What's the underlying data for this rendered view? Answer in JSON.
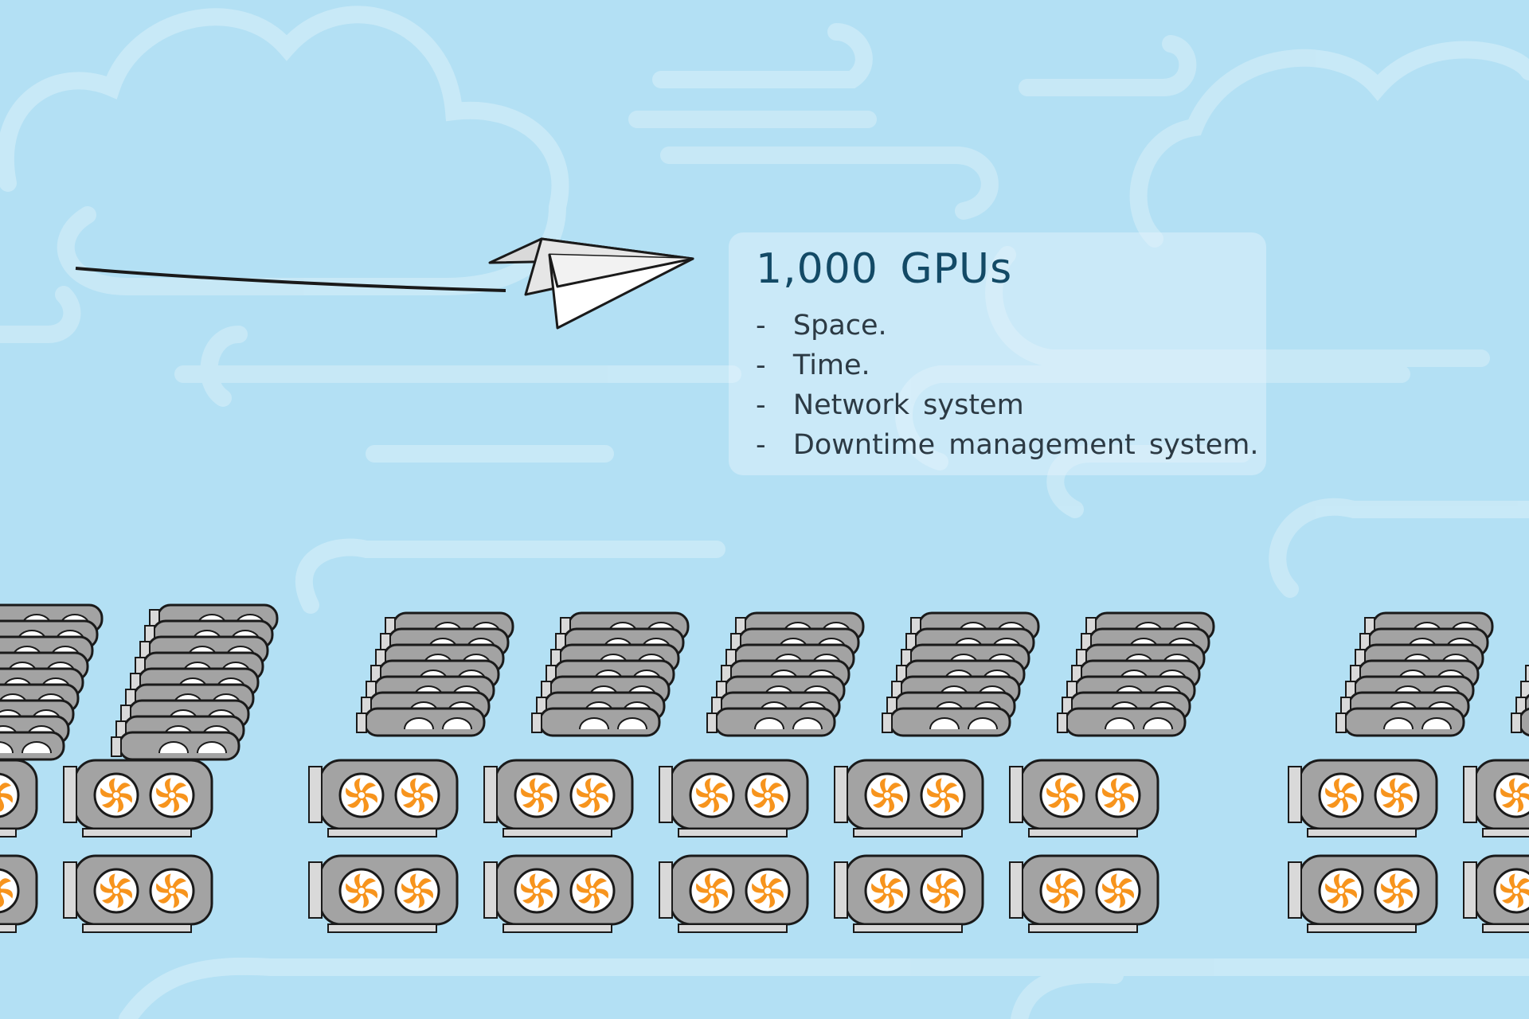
{
  "colors": {
    "sky": "#b3e0f4",
    "cloud_line": "#cbeaf7",
    "title_text": "#134a66",
    "body_text": "#2c3a44",
    "gpu_body": "#a3a3a3",
    "gpu_outline": "#1a1a1a",
    "fan_orange": "#f7941d"
  },
  "info": {
    "title": "1,000 GPUs",
    "items": [
      "Space.",
      "Time.",
      "Network system",
      "Downtime management system."
    ]
  },
  "icons": [
    "paper-plane-icon",
    "cloud-icon",
    "gpu-card-icon",
    "fan-icon"
  ]
}
